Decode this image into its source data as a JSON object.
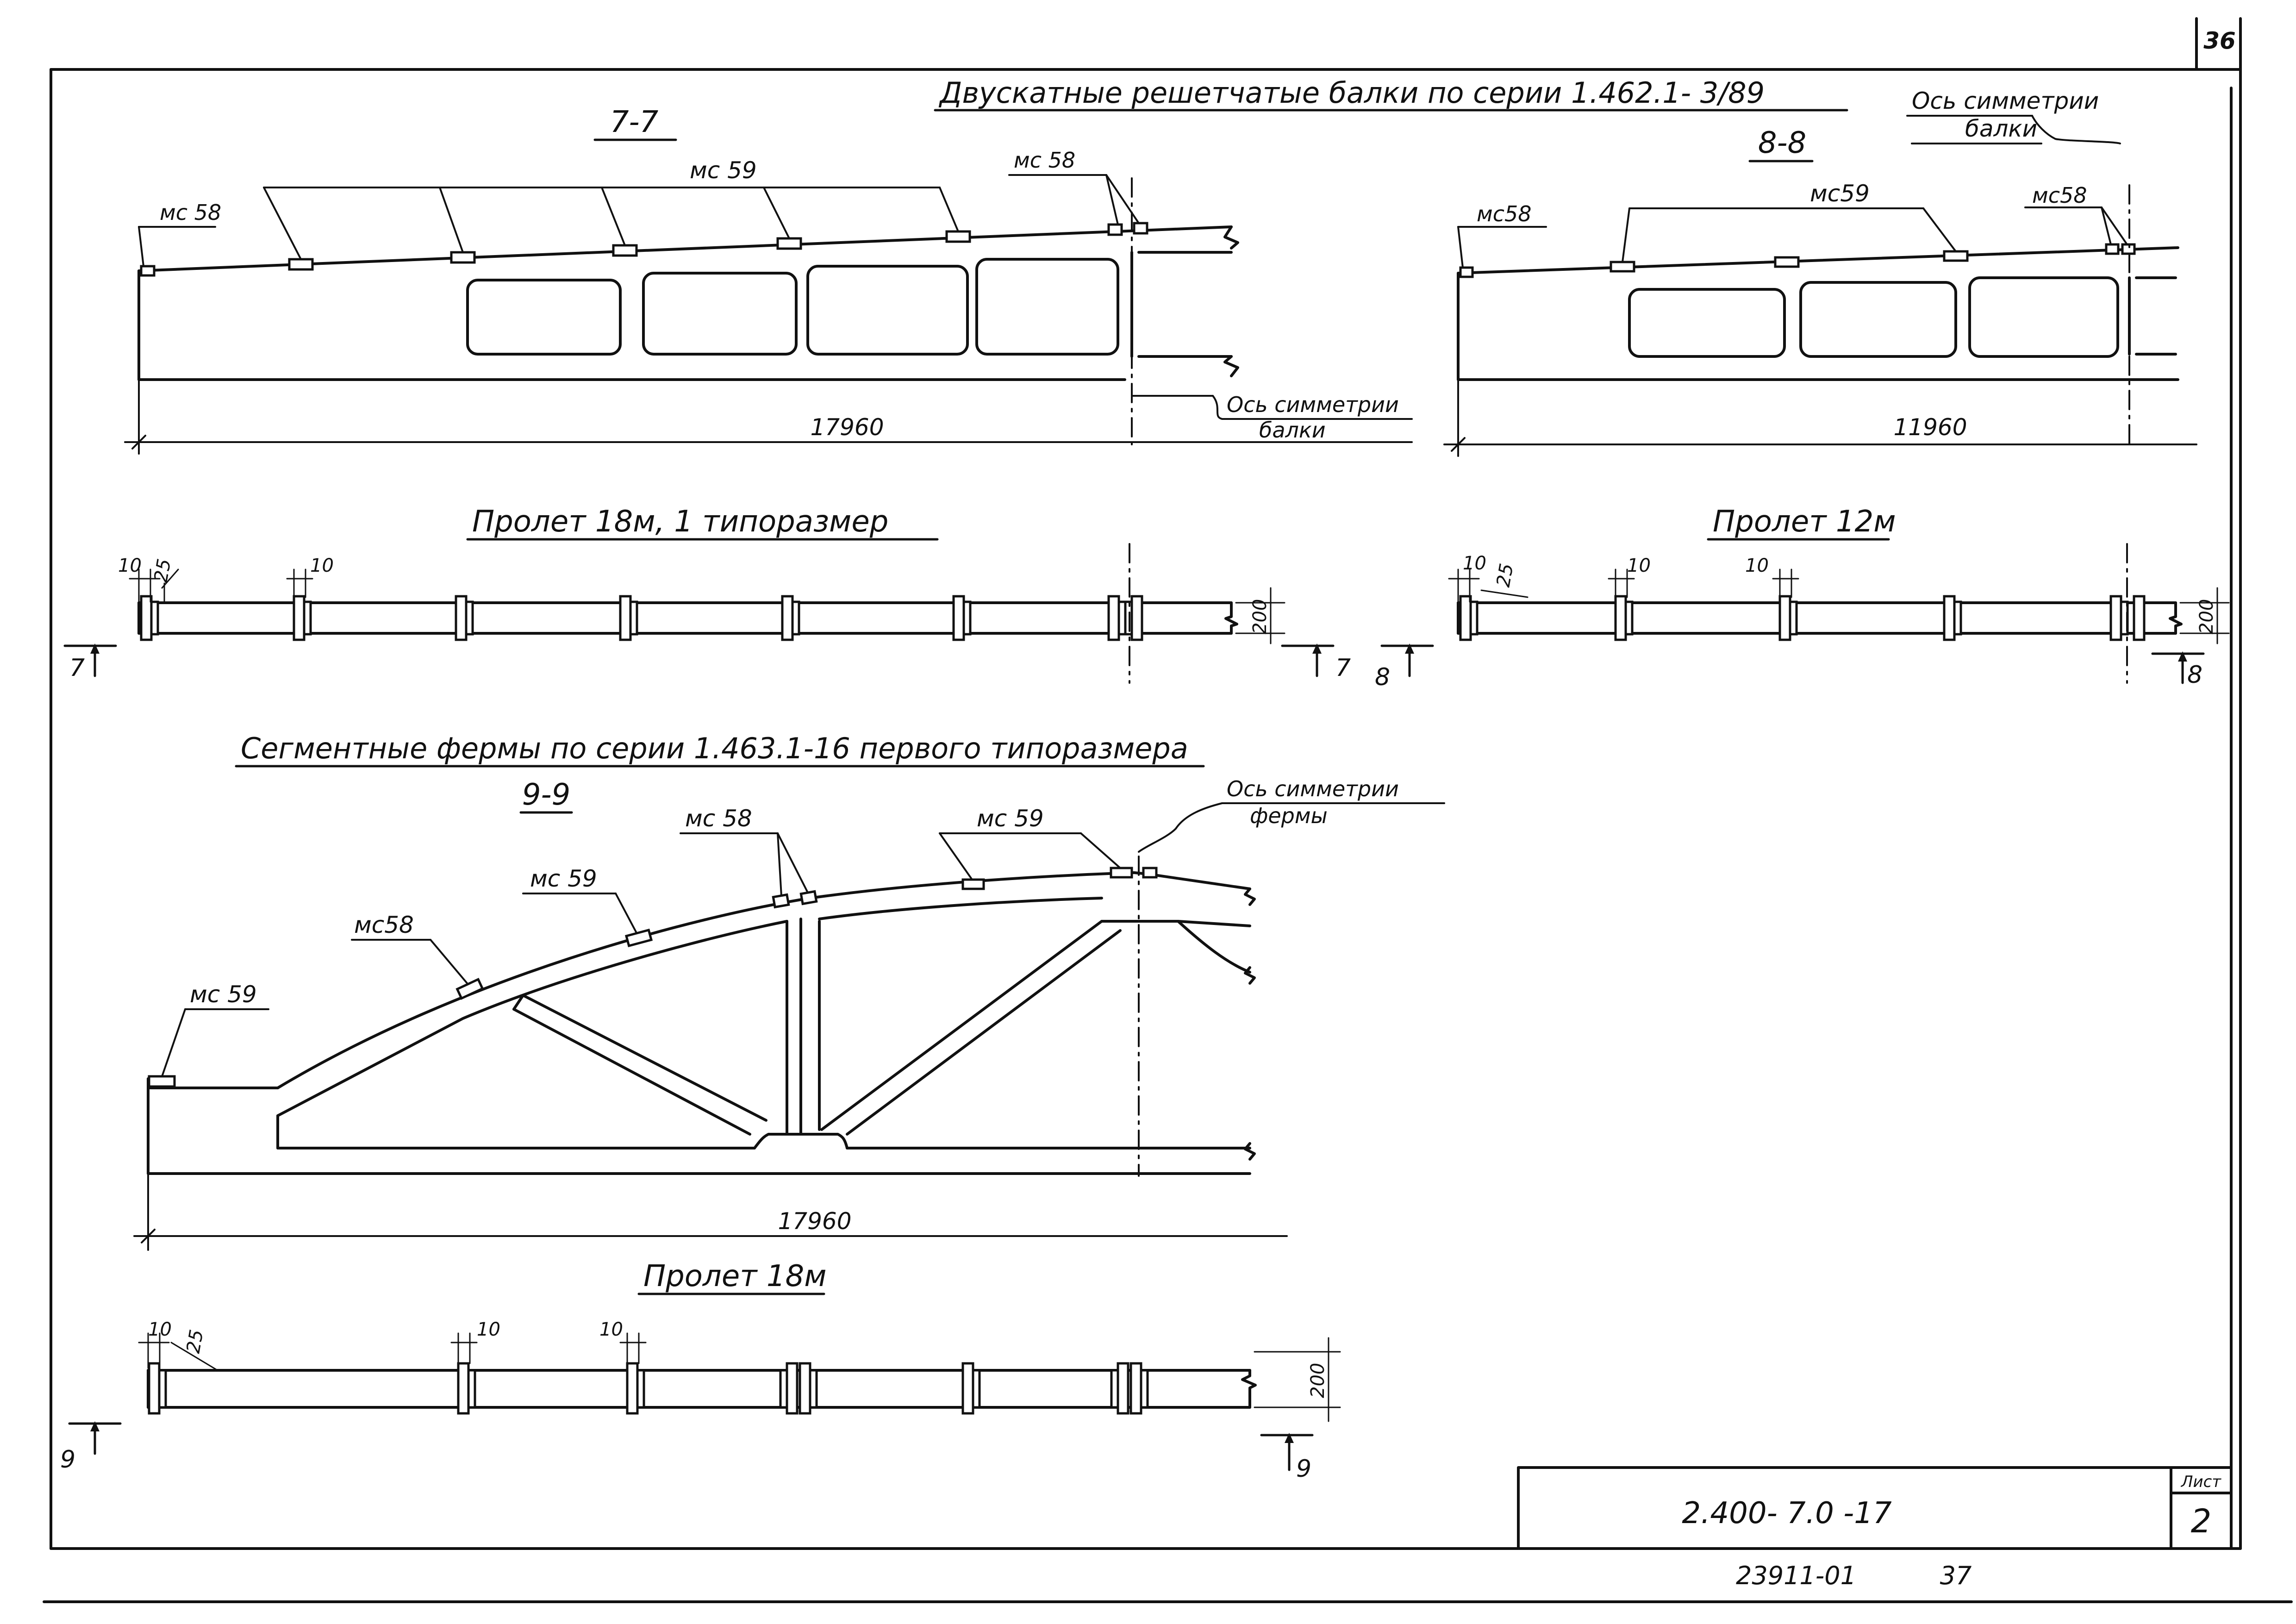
{
  "sheet": {
    "page_number": "36",
    "doc_code": "2.400- 7.0 -17",
    "list_label": "Лист",
    "list_number": "2",
    "archive_number": "23911-01",
    "archive_sheet": "37"
  },
  "section_a": {
    "heading": "Двускатные решетчатые балки по серии 1.462.1- 3/89",
    "axis_label_top": "Ось симметрии",
    "axis_label_bottom": "балки",
    "cut_7": {
      "title": "7-7",
      "labels": {
        "mc58_left": "мс 58",
        "mc59_group": "мс 59",
        "mc58_right": "мс 58"
      },
      "span_dim": "17960",
      "axis_label_top": "Ось симметрии",
      "axis_label_bottom": "балки"
    },
    "cut_8": {
      "title": "8-8",
      "labels": {
        "mc58_left": "мс58",
        "mc59_group": "мс59",
        "mc58_right": "мс58"
      },
      "span_dim": "11960"
    },
    "plan_18": {
      "title": "Пролет 18м, 1 типоразмер",
      "dims": {
        "d10_a": "10",
        "d25": "25",
        "d10_b": "10",
        "d200": "200"
      },
      "section_marker": "7"
    },
    "plan_12": {
      "title": "Пролет 12м",
      "dims": {
        "d10_a": "10",
        "d25": "25",
        "d10_b": "10",
        "d10_c": "10",
        "d200": "200"
      },
      "section_marker": "8"
    }
  },
  "section_b": {
    "heading": "Сегментные фермы по серии 1.463.1-16 первого типоразмера",
    "cut_9": {
      "title": "9-9",
      "labels": {
        "mc58_top": "мс 58",
        "mc59_top": "мс 59",
        "mc59_mid": "мс 59",
        "mc58_mid": "мс58",
        "mc59_left": "мс 59"
      },
      "span_dim": "17960",
      "axis_label_top": "Ось симметрии",
      "axis_label_bottom": "фермы"
    },
    "plan_18": {
      "title": "Пролет 18м",
      "dims": {
        "d10_a": "10",
        "d25": "25",
        "d10_b": "10",
        "d10_c": "10",
        "d200": "200"
      },
      "section_marker": "9"
    }
  }
}
